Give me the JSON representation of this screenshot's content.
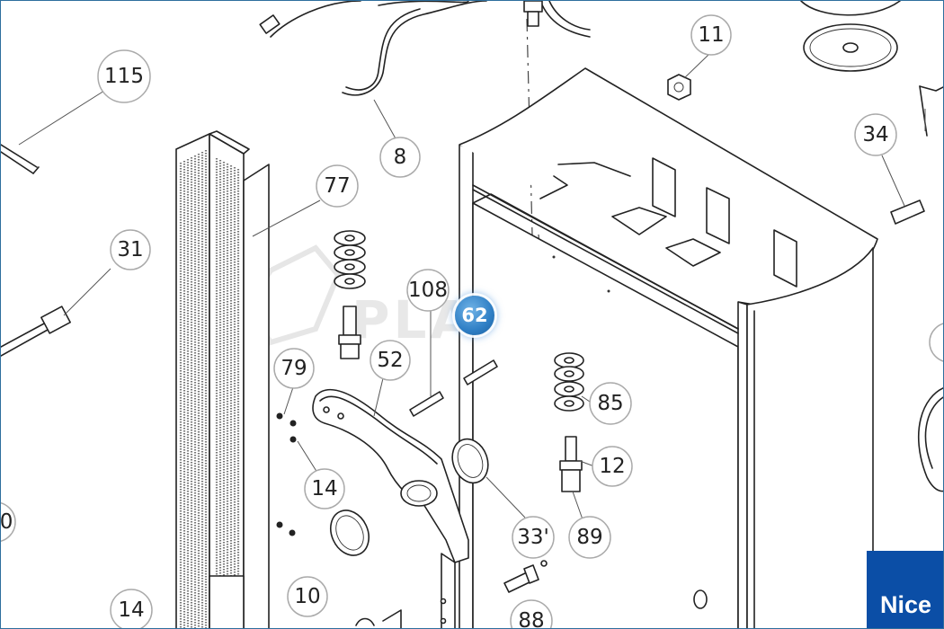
{
  "diagram": {
    "callouts": {
      "c115": "115",
      "c8": "8",
      "c11": "11",
      "c34": "34",
      "c77": "77",
      "c31": "31",
      "c108": "108",
      "c79": "79",
      "c52": "52",
      "c85": "85",
      "c14a": "14",
      "c12": "12",
      "c33": "33'",
      "c89": "89",
      "c10": "10",
      "c14b": "14",
      "c88": "88",
      "c0": "0"
    },
    "watermark": "PLASCOM",
    "hotspot": {
      "label": "62",
      "color": "#2f7fc5"
    }
  },
  "brand": {
    "logo_text": "Nice",
    "color": "#0b4ea6"
  }
}
